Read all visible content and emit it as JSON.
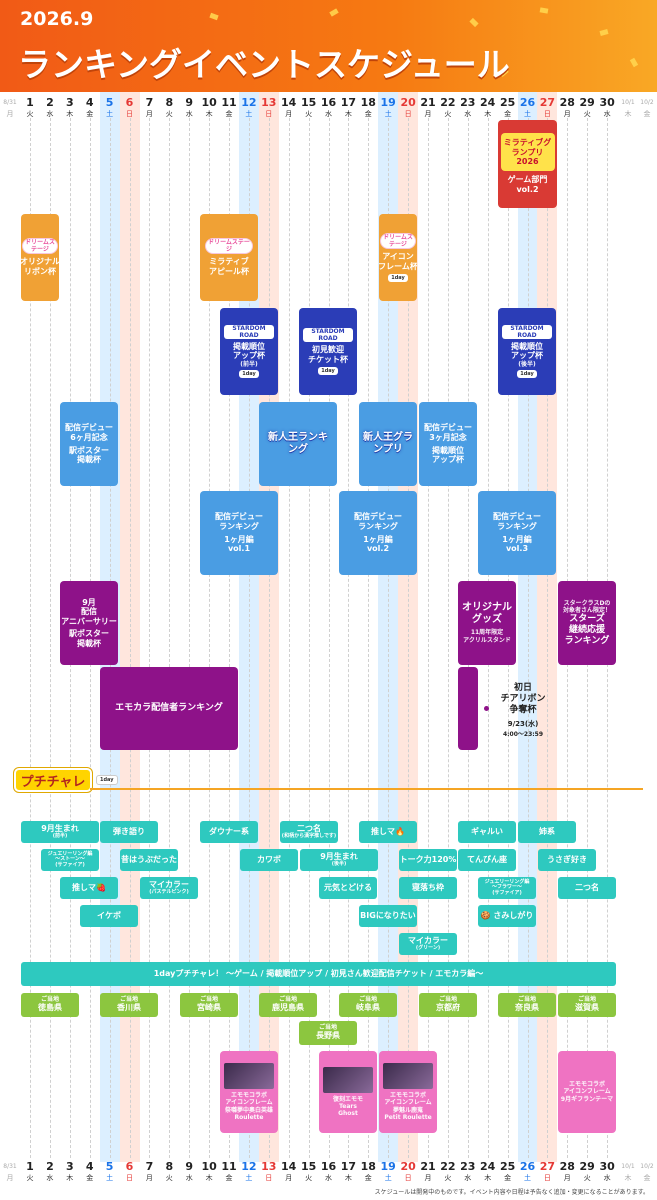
{
  "header": {
    "year_month": "2026.9",
    "title": "ランキングイベントスケジュール"
  },
  "calendar": {
    "prev_edge": {
      "num": "8/31",
      "dow": "月"
    },
    "next_edge": [
      {
        "num": "10/1",
        "dow": "木"
      },
      {
        "num": "10/2",
        "dow": "金"
      }
    ],
    "days": [
      {
        "num": "1",
        "dow": "火"
      },
      {
        "num": "2",
        "dow": "水"
      },
      {
        "num": "3",
        "dow": "木"
      },
      {
        "num": "4",
        "dow": "金"
      },
      {
        "num": "5",
        "dow": "土"
      },
      {
        "num": "6",
        "dow": "日"
      },
      {
        "num": "7",
        "dow": "月"
      },
      {
        "num": "8",
        "dow": "火"
      },
      {
        "num": "9",
        "dow": "水"
      },
      {
        "num": "10",
        "dow": "木"
      },
      {
        "num": "11",
        "dow": "金"
      },
      {
        "num": "12",
        "dow": "土"
      },
      {
        "num": "13",
        "dow": "日"
      },
      {
        "num": "14",
        "dow": "月"
      },
      {
        "num": "15",
        "dow": "火"
      },
      {
        "num": "16",
        "dow": "水"
      },
      {
        "num": "17",
        "dow": "木"
      },
      {
        "num": "18",
        "dow": "金"
      },
      {
        "num": "19",
        "dow": "土"
      },
      {
        "num": "20",
        "dow": "日"
      },
      {
        "num": "21",
        "dow": "月"
      },
      {
        "num": "22",
        "dow": "火"
      },
      {
        "num": "23",
        "dow": "水"
      },
      {
        "num": "24",
        "dow": "木"
      },
      {
        "num": "25",
        "dow": "金"
      },
      {
        "num": "26",
        "dow": "土"
      },
      {
        "num": "27",
        "dow": "日"
      },
      {
        "num": "28",
        "dow": "月"
      },
      {
        "num": "29",
        "dow": "火"
      },
      {
        "num": "30",
        "dow": "水"
      }
    ],
    "colors": {
      "saturday": "#1a73e8",
      "sunday": "#e53935",
      "sat_bg": "#dcefff",
      "sun_bg": "#ffe6dd"
    }
  },
  "events": {
    "mirativ_gp": {
      "logo": "ミラティブグランプリ 2026",
      "line1": "ゲーム部門",
      "line2": "vol.2"
    },
    "dream_stage_logo": "ドリームステージ",
    "dream_1": {
      "line1": "オリジナル",
      "line2": "リボン杯"
    },
    "dream_2": {
      "line1": "ミラティブ",
      "line2": "アピール杯"
    },
    "dream_3": {
      "line1": "アイコン",
      "line2": "フレーム杯",
      "tag": "1day"
    },
    "stardom_logo": "STARDOM ROAD",
    "stardom_1": {
      "line1": "掲載順位",
      "line2": "アップ杯",
      "sub": "(前半)",
      "tag": "1day"
    },
    "stardom_2": {
      "line1": "初見歓迎",
      "line2": "チケット杯",
      "tag": "1day"
    },
    "stardom_3": {
      "line1": "掲載順位",
      "line2": "アップ杯",
      "sub": "(後半)",
      "tag": "1day"
    },
    "debut_6m": {
      "line1": "配信デビュー",
      "line2": "6ヶ月記念",
      "line3": "駅ポスター",
      "line4": "掲載杯"
    },
    "shinjin_ranking": "新人王ランキング",
    "shinjin_gp": "新人王グランプリ",
    "debut_3m": {
      "line1": "配信デビュー",
      "line2": "3ヶ月記念",
      "line3": "掲載順位",
      "line4": "アップ杯"
    },
    "debut_rank_1": {
      "line1": "配信デビュー",
      "line2": "ランキング",
      "line3": "1ヶ月編",
      "line4": "vol.1"
    },
    "debut_rank_2": {
      "line1": "配信デビュー",
      "line2": "ランキング",
      "line3": "1ヶ月編",
      "line4": "vol.2"
    },
    "debut_rank_3": {
      "line1": "配信デビュー",
      "line2": "ランキング",
      "line3": "1ヶ月編",
      "line4": "vol.3"
    },
    "anniv": {
      "line1": "9月",
      "line2": "配信",
      "line3": "アニバーサリー",
      "line4": "駅ポスター",
      "line5": "掲載杯"
    },
    "goods": {
      "line1": "オリジナル",
      "line2": "グッズ",
      "line3": "11周年限定",
      "line4": "アクリルスタンド"
    },
    "stars": {
      "line1": "スタークラスDの",
      "line2": "対象者さん限定！",
      "line3": "スターズ",
      "line4": "継続応援",
      "line5": "ランキング"
    },
    "emokara": "エモカラ配信者ランキング",
    "chiaribbon": {
      "line1": "初日",
      "line2": "チアリボン",
      "line3": "争奪杯",
      "date": "9/23(水)",
      "time": "4:00〜23:59"
    }
  },
  "petit": {
    "logo": "プチチャレ",
    "tag": "1day",
    "items": {
      "a1": "9月生まれ",
      "a1s": "(前半)",
      "a2": "弾き語り",
      "a3": "ダウナー系",
      "a4": "二つ名",
      "a4s": "(和柄から漢字推しです)",
      "a5": "推しマ🔥",
      "a6": "ギャルい",
      "a7": "姉系",
      "b1": "ジュエリーリング編",
      "b1s": "〜ストーン〜",
      "b1t": "(サファイア)",
      "b2": "昔はうぶだった",
      "b3": "カワボ",
      "b4": "9月生まれ",
      "b4s": "(後半)",
      "b5": "トーク力120%",
      "b6": "てんびん座",
      "b7": "うさぎ好き",
      "c1": "推しマ🍓",
      "c2": "マイカラー",
      "c2s": "(パステルピンク)",
      "c3": "元気とどける",
      "c4": "寝落ち枠",
      "c5": "ジュエリーリング編",
      "c5s": "〜フラワー〜",
      "c5t": "(サファイア)",
      "c6": "二つ名",
      "d1": "イケボ",
      "d2": "BIGになりたい",
      "d3": "🍪 さみしがり",
      "e1": "マイカラー",
      "e1s": "(グリーン)"
    },
    "banner": "1dayプチチャレ！ 〜ゲーム / 掲載順位アップ / 初見さん歓迎配信チケット / エモカラ編〜",
    "local_label": "ご当地",
    "local": [
      "徳島県",
      "香川県",
      "宮崎県",
      "鹿児島県",
      "長野県",
      "岐阜県",
      "京都府",
      "奈良県",
      "滋賀県"
    ],
    "collab_line1": "エモモコラボ",
    "collab_line2": "アイコンフレーム",
    "collab": [
      {
        "l1": "エモモコラボ",
        "l2": "アイコンフレーム",
        "l3": "祭囃夢中奥白英雄",
        "l4": "Roulette"
      },
      {
        "l1": "復刻エモモ",
        "l2": "Tears",
        "l3": "Ghost"
      },
      {
        "l1": "エモモコラボ",
        "l2": "アイコンフレーム",
        "l3": "夢魅ル鹿嵬",
        "l4": "Petit Roulette"
      },
      {
        "l1": "エモモコラボ",
        "l2": "アイコンフレーム",
        "l3": "9月ギフランテーマ"
      }
    ]
  },
  "footer_note": "スケジュールは開発中のものです。イベント内容や日程は予告なく追加・変更になることがあります。"
}
